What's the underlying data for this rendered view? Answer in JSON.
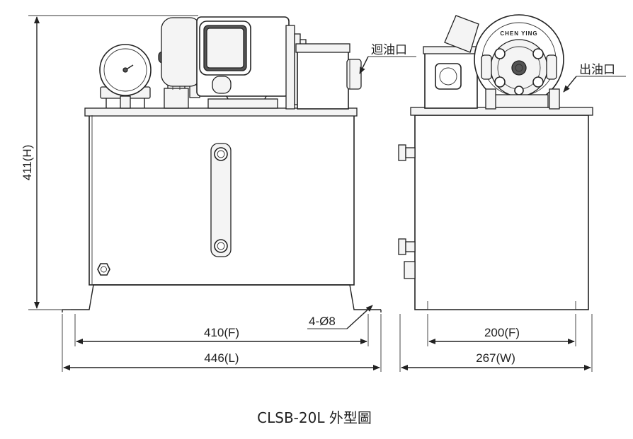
{
  "drawing": {
    "height_label": "411(H)",
    "front_inner_width_label": "410(F)",
    "front_outer_width_label": "446(L)",
    "hole_label": "4-Ø8",
    "side_inner_width_label": "200(F)",
    "side_outer_width_label": "267(W)",
    "return_port_label": "迴油口",
    "outlet_port_label": "出油口",
    "pump_brand_text": "CHEN YING",
    "caption": "CLSB-20L 外型圖"
  },
  "colors": {
    "line": "#222222",
    "background": "#ffffff"
  }
}
